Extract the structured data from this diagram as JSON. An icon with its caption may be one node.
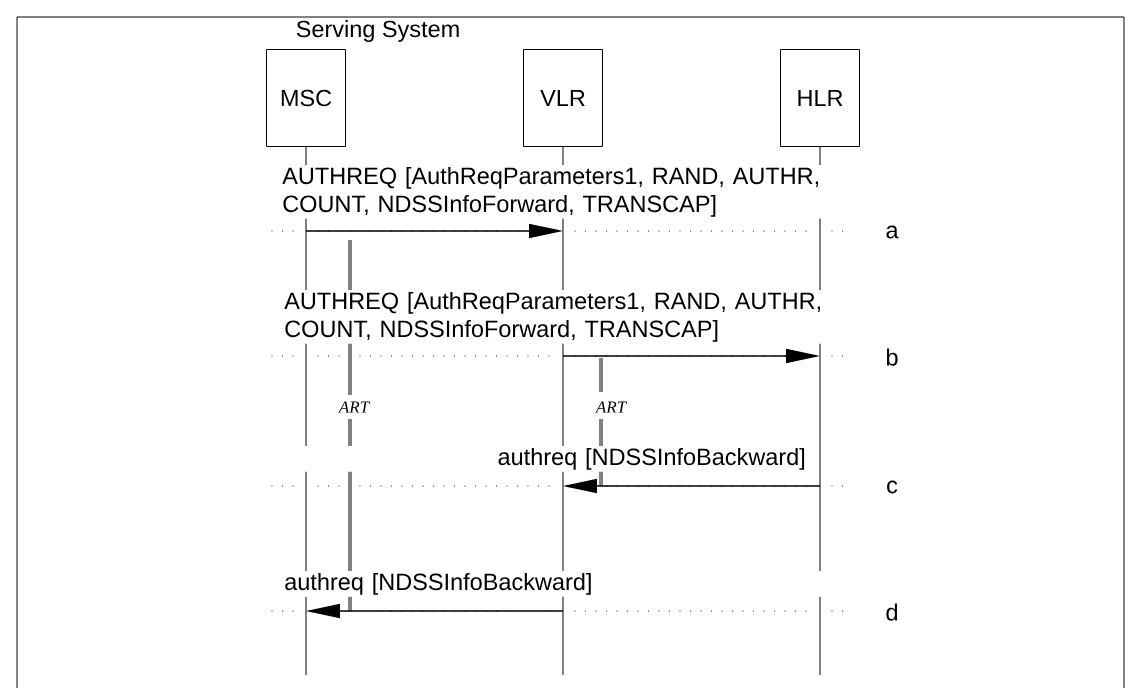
{
  "diagram": {
    "nodes": [
      {
        "text": [
          "MSC"
        ]
      },
      {
        "text": [
          "VLR"
        ]
      },
      {
        "text": [
          "HLR"
        ]
      }
    ],
    "edges": [
      {
        "from": 0,
        "to": 1,
        "arrow": "to",
        "label": "AUTHREQ [AuthReqParameters1, RAND, AUTHR, COUNT, NDSSInfoForward, TRANSCAP]"
      },
      {
        "from": 1,
        "to": 2,
        "arrow": "to",
        "label": "AUTHREQ [AuthReqParameters1, RAND, AUTHR, COUNT, NDSSInfoForward, TRANSCAP]"
      },
      {
        "from": 2,
        "to": 1,
        "arrow": "to",
        "label": "authreq [NDSSInfoBackward]"
      },
      {
        "from": 1,
        "to": 0,
        "arrow": "to",
        "label": "authreq [NDSSInfoBackward]"
      }
    ],
    "labels": [
      "Serving System",
      "a",
      "b",
      "ART",
      "ART",
      "c",
      "d"
    ]
  }
}
